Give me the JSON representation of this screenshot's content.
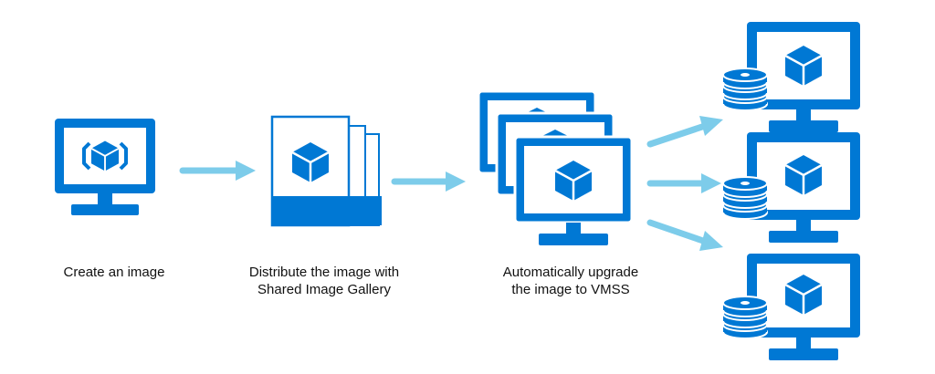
{
  "colors": {
    "primary_blue": "#0078D4",
    "arrow_blue": "#7DCCEA",
    "background": "#FFFFFF",
    "text": "#111111"
  },
  "steps": [
    {
      "lines": [
        "Create an image"
      ],
      "icon": "monitor-image-icon"
    },
    {
      "lines": [
        "Distribute the image with",
        "Shared Image Gallery"
      ],
      "icon": "image-gallery-icon"
    },
    {
      "lines": [
        "Automatically upgrade",
        "the image to VMSS"
      ],
      "icon": "vmss-monitors-icon"
    }
  ],
  "targets": [
    {
      "icon": "vm-with-disks-icon"
    },
    {
      "icon": "vm-with-disks-icon"
    },
    {
      "icon": "vm-with-disks-icon"
    }
  ]
}
